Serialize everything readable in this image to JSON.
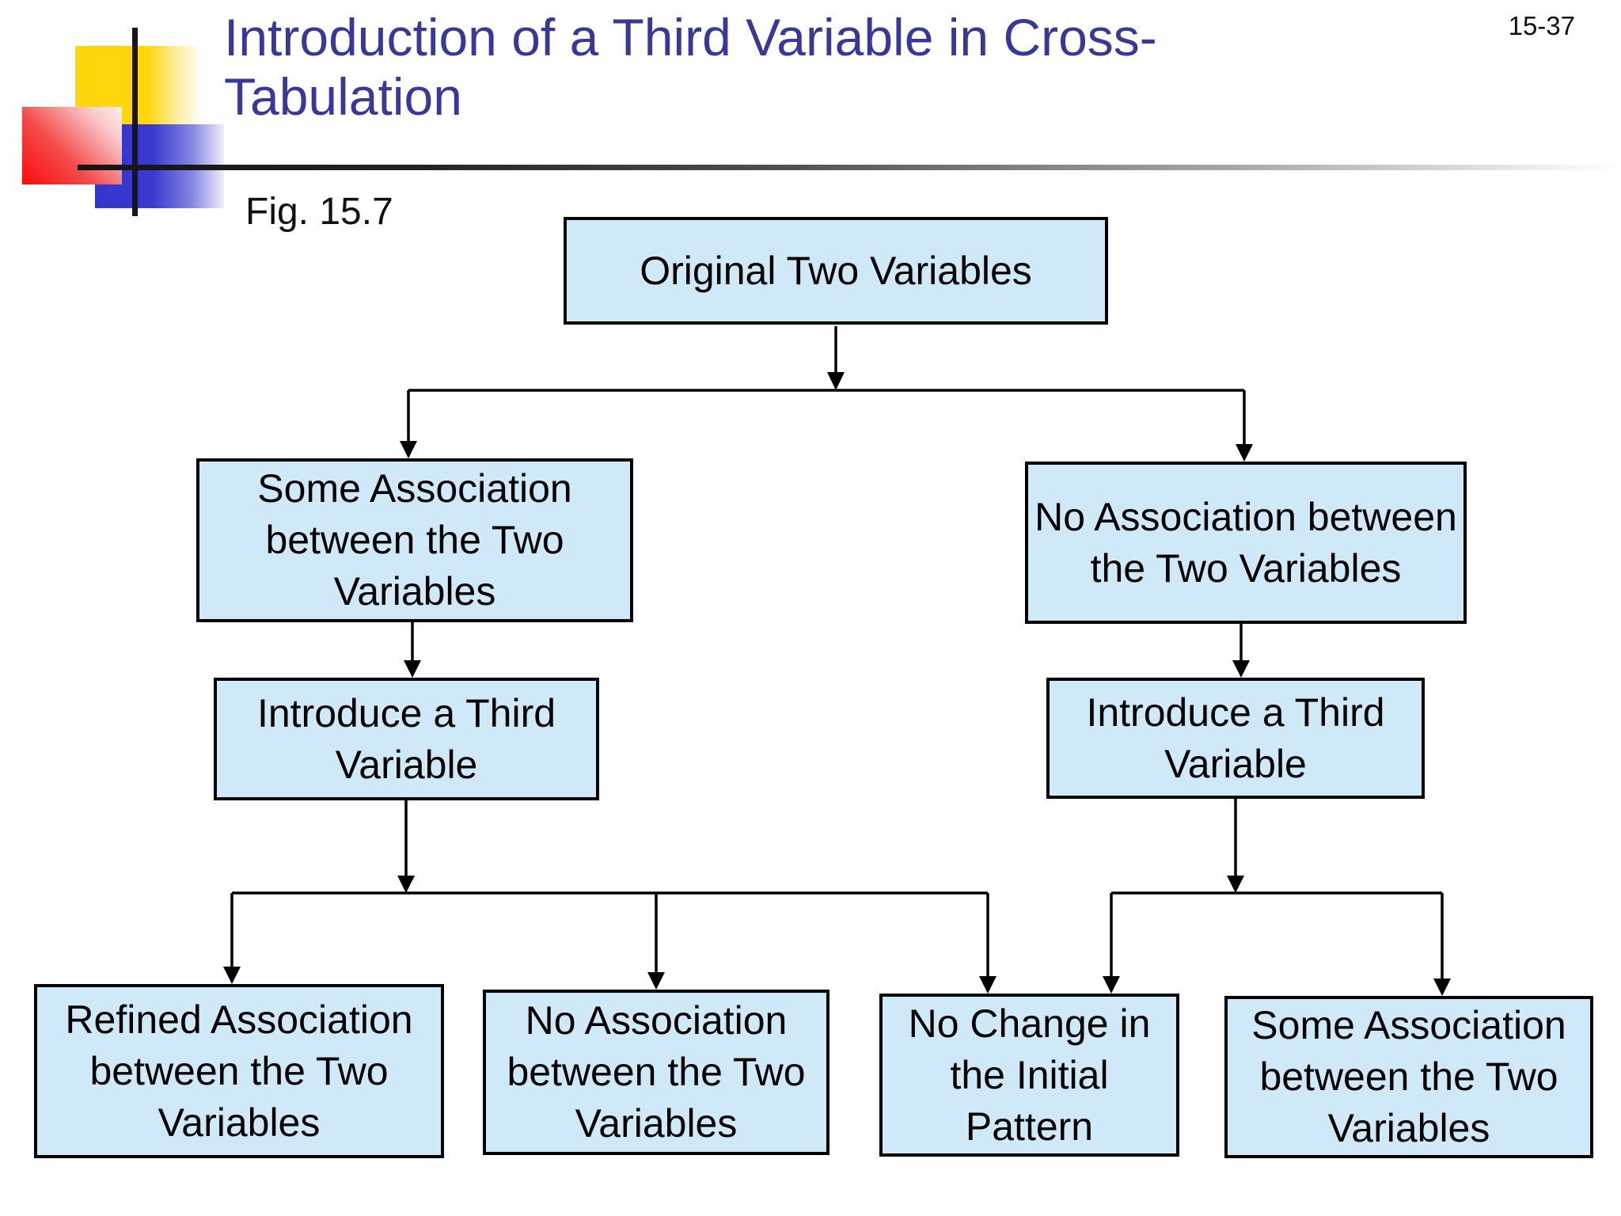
{
  "page_number": "15-37",
  "title": {
    "line1": "Introduction of a Third Variable in Cross-",
    "line2": "Tabulation"
  },
  "figure_label": "Fig. 15.7",
  "nodes": {
    "root": "Original Two Variables",
    "some_association": "Some Association between the Two Variables",
    "no_association": "No Association between the Two Variables",
    "introduce_left": "Introduce a Third Variable",
    "introduce_right": "Introduce a Third Variable",
    "refined_association": "Refined Association between the Two Variables",
    "no_association_outcome": "No Association between the Two Variables",
    "no_change": "No Change in the Initial Pattern",
    "some_association_outcome": "Some Association between the Two Variables"
  },
  "edges": [
    {
      "from": "root",
      "to": "some_association"
    },
    {
      "from": "root",
      "to": "no_association"
    },
    {
      "from": "some_association",
      "to": "introduce_left"
    },
    {
      "from": "no_association",
      "to": "introduce_right"
    },
    {
      "from": "introduce_left",
      "to": "refined_association"
    },
    {
      "from": "introduce_left",
      "to": "no_association_outcome"
    },
    {
      "from": "introduce_left",
      "to": "no_change"
    },
    {
      "from": "introduce_right",
      "to": "no_change"
    },
    {
      "from": "introduce_right",
      "to": "some_association_outcome"
    }
  ],
  "colors": {
    "box_fill": "#cfe9f8",
    "box_border": "#000000",
    "title_text": "#38389b",
    "connector": "#000000",
    "logo_yellow": "#ffd60b",
    "logo_blue": "#3434cf",
    "logo_red": "#fe0a0a"
  }
}
